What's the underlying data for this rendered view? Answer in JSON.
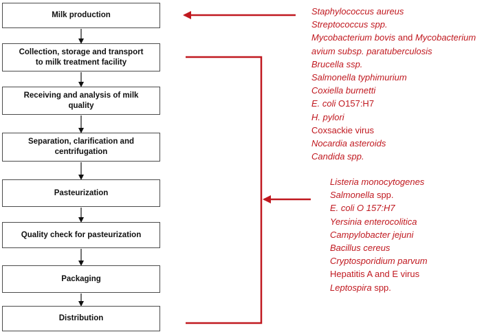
{
  "colors": {
    "accent": "#c0181f",
    "box_border": "#4a4a4a",
    "text": "#111111"
  },
  "steps": [
    {
      "label": "Milk production"
    },
    {
      "label": "Collection, storage and transport\nto milk treatment facility"
    },
    {
      "label": "Receiving and analysis of milk\nquality"
    },
    {
      "label": "Separation, clarification and\ncentrifugation"
    },
    {
      "label": "Pasteurization"
    },
    {
      "label": "Quality check for pasteurization"
    },
    {
      "label": "Packaging"
    },
    {
      "label": "Distribution"
    }
  ],
  "pathogens_pre": [
    [
      {
        "t": "Staphylococcus aureus",
        "i": true
      }
    ],
    [
      {
        "t": "Streptococcus spp.",
        "i": true
      }
    ],
    [
      {
        "t": "Mycobacterium bovis",
        "i": true
      },
      {
        "t": " and ",
        "i": false
      },
      {
        "t": "Mycobacterium",
        "i": true
      }
    ],
    [
      {
        "t": "avium subsp. paratuberculosis",
        "i": true
      }
    ],
    [
      {
        "t": "Brucella ssp.",
        "i": true
      }
    ],
    [
      {
        "t": "Salmonella typhimurium",
        "i": true
      }
    ],
    [
      {
        "t": "Coxiella burnetti",
        "i": true
      }
    ],
    [
      {
        "t": "E. coli",
        "i": true
      },
      {
        "t": " O157:H7",
        "i": false
      }
    ],
    [
      {
        "t": "H. pylori",
        "i": true
      }
    ],
    [
      {
        "t": "Coxsackie virus",
        "i": false
      }
    ],
    [
      {
        "t": "Nocardia asteroids",
        "i": true
      }
    ],
    [
      {
        "t": "Candida spp.",
        "i": true
      }
    ]
  ],
  "pathogens_post": [
    [
      {
        "t": "Listeria monocytogenes",
        "i": true
      }
    ],
    [
      {
        "t": "Salmonella",
        "i": true
      },
      {
        "t": " spp.",
        "i": false
      }
    ],
    [
      {
        "t": "E. coli O 157:H7",
        "i": true
      }
    ],
    [
      {
        "t": "Yersinia enterocolitica",
        "i": true
      }
    ],
    [
      {
        "t": "Campylobacter jejuni",
        "i": true
      }
    ],
    [
      {
        "t": "Bacillus cereus",
        "i": true
      }
    ],
    [
      {
        "t": "Cryptosporidium parvum",
        "i": true
      }
    ],
    [
      {
        "t": "Hepatitis A and E virus",
        "i": false
      }
    ],
    [
      {
        "t": "Leptospira",
        "i": true
      },
      {
        "t": " spp.",
        "i": false
      }
    ]
  ]
}
